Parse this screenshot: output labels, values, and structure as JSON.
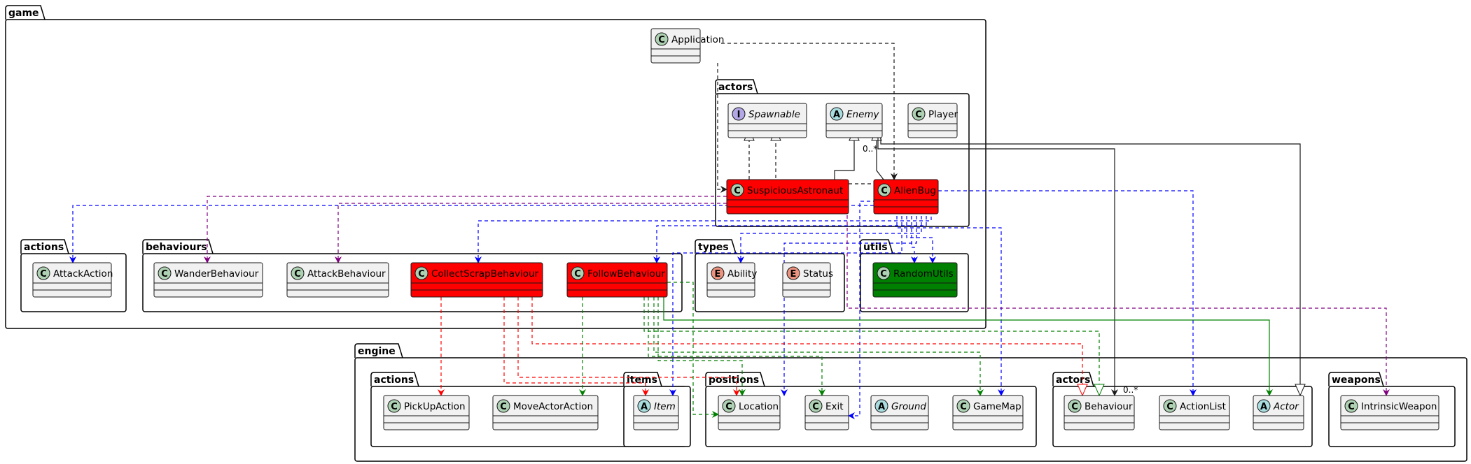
{
  "colors": {
    "class_fill": "#F1F1F1",
    "highlight_red": "#FF0000",
    "highlight_green": "#008000",
    "class_circle": "#ADD1B2",
    "abstract_circle": "#A9DCDF",
    "interface_circle": "#B4A7E5",
    "enum_circle": "#EB937F",
    "edge_black": "#181818",
    "edge_blue": "#0000FF",
    "edge_red": "#FF0000",
    "edge_green": "#008000",
    "edge_purple": "#800080"
  },
  "packages": [
    {
      "id": "game",
      "label": "game"
    },
    {
      "id": "game_actors",
      "label": "actors"
    },
    {
      "id": "game_actions",
      "label": "actions"
    },
    {
      "id": "game_behaviours",
      "label": "behaviours"
    },
    {
      "id": "game_types",
      "label": "types"
    },
    {
      "id": "game_utils",
      "label": "utils"
    },
    {
      "id": "engine",
      "label": "engine"
    },
    {
      "id": "engine_actions",
      "label": "actions"
    },
    {
      "id": "engine_items",
      "label": "items"
    },
    {
      "id": "engine_positions",
      "label": "positions"
    },
    {
      "id": "engine_actors",
      "label": "actors"
    },
    {
      "id": "engine_weapons",
      "label": "weapons"
    }
  ],
  "classes": [
    {
      "id": "Application",
      "name": "Application",
      "kind": "C",
      "fill": "default",
      "italic": false
    },
    {
      "id": "Spawnable",
      "name": "Spawnable",
      "kind": "I",
      "fill": "default",
      "italic": true
    },
    {
      "id": "Enemy",
      "name": "Enemy",
      "kind": "A",
      "fill": "default",
      "italic": true
    },
    {
      "id": "Player",
      "name": "Player",
      "kind": "C",
      "fill": "default",
      "italic": false
    },
    {
      "id": "SuspiciousAstronaut",
      "name": "SuspiciousAstronaut",
      "kind": "C",
      "fill": "red",
      "italic": false
    },
    {
      "id": "AlienBug",
      "name": "AlienBug",
      "kind": "C",
      "fill": "red",
      "italic": false
    },
    {
      "id": "AttackAction",
      "name": "AttackAction",
      "kind": "C",
      "fill": "default",
      "italic": false
    },
    {
      "id": "WanderBehaviour",
      "name": "WanderBehaviour",
      "kind": "C",
      "fill": "default",
      "italic": false
    },
    {
      "id": "AttackBehaviour",
      "name": "AttackBehaviour",
      "kind": "C",
      "fill": "default",
      "italic": false
    },
    {
      "id": "CollectScrapBehaviour",
      "name": "CollectScrapBehaviour",
      "kind": "C",
      "fill": "red",
      "italic": false
    },
    {
      "id": "FollowBehaviour",
      "name": "FollowBehaviour",
      "kind": "C",
      "fill": "red",
      "italic": false
    },
    {
      "id": "Ability",
      "name": "Ability",
      "kind": "E",
      "fill": "default",
      "italic": false
    },
    {
      "id": "Status",
      "name": "Status",
      "kind": "E",
      "fill": "default",
      "italic": false
    },
    {
      "id": "RandomUtils",
      "name": "RandomUtils",
      "kind": "C",
      "fill": "green",
      "italic": false
    },
    {
      "id": "PickUpAction",
      "name": "PickUpAction",
      "kind": "C",
      "fill": "default",
      "italic": false
    },
    {
      "id": "MoveActorAction",
      "name": "MoveActorAction",
      "kind": "C",
      "fill": "default",
      "italic": false
    },
    {
      "id": "Item",
      "name": "Item",
      "kind": "A",
      "fill": "default",
      "italic": true
    },
    {
      "id": "Location",
      "name": "Location",
      "kind": "C",
      "fill": "default",
      "italic": false
    },
    {
      "id": "Exit",
      "name": "Exit",
      "kind": "C",
      "fill": "default",
      "italic": false
    },
    {
      "id": "Ground",
      "name": "Ground",
      "kind": "A",
      "fill": "default",
      "italic": true
    },
    {
      "id": "GameMap",
      "name": "GameMap",
      "kind": "C",
      "fill": "default",
      "italic": false
    },
    {
      "id": "Behaviour",
      "name": "Behaviour",
      "kind": "C",
      "fill": "default",
      "italic": false
    },
    {
      "id": "ActionList",
      "name": "ActionList",
      "kind": "C",
      "fill": "default",
      "italic": false
    },
    {
      "id": "Actor",
      "name": "Actor",
      "kind": "A",
      "fill": "default",
      "italic": true
    },
    {
      "id": "IntrinsicWeapon",
      "name": "IntrinsicWeapon",
      "kind": "C",
      "fill": "default",
      "italic": false
    }
  ],
  "multiplicities": [
    {
      "id": "enemy_mult",
      "text": "0..*"
    },
    {
      "id": "behaviour_mult",
      "text": "0..*"
    }
  ]
}
